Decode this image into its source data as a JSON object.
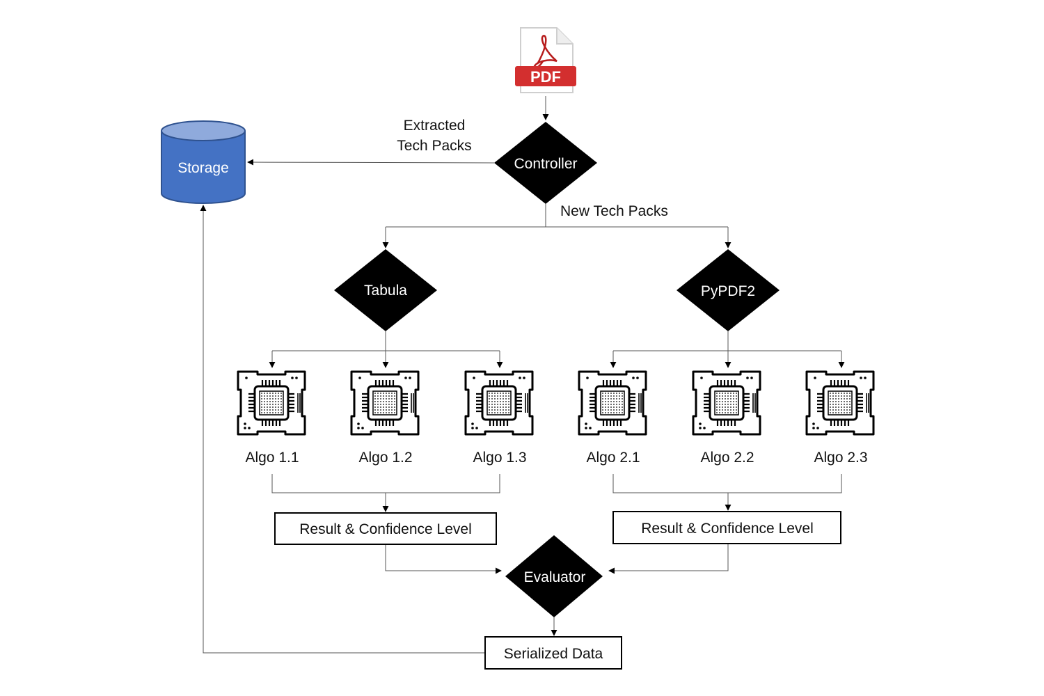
{
  "pdf": {
    "badge": "PDF"
  },
  "storage": {
    "label": "Storage"
  },
  "controller": {
    "label": "Controller"
  },
  "edge_labels": {
    "extracted_line1": "Extracted",
    "extracted_line2": "Tech Packs",
    "new_tech_packs": "New Tech Packs"
  },
  "tabula": {
    "label": "Tabula"
  },
  "pypdf2": {
    "label": "PyPDF2"
  },
  "algos": [
    {
      "label": "Algo 1.1"
    },
    {
      "label": "Algo 1.2"
    },
    {
      "label": "Algo 1.3"
    },
    {
      "label": "Algo 2.1"
    },
    {
      "label": "Algo 2.2"
    },
    {
      "label": "Algo 2.3"
    }
  ],
  "result_left": {
    "label": "Result & Confidence Level"
  },
  "result_right": {
    "label": "Result & Confidence Level"
  },
  "evaluator": {
    "label": "Evaluator"
  },
  "serialized": {
    "label": "Serialized Data"
  },
  "colors": {
    "storage_fill": "#4472C4",
    "storage_top": "#8FAADC",
    "storage_stroke": "#2F528F",
    "pdf_red": "#D32F2F",
    "diamond_fill": "#000000"
  },
  "icons": {
    "pdf": "pdf-file-icon",
    "algo": "processor-chip-icon"
  }
}
